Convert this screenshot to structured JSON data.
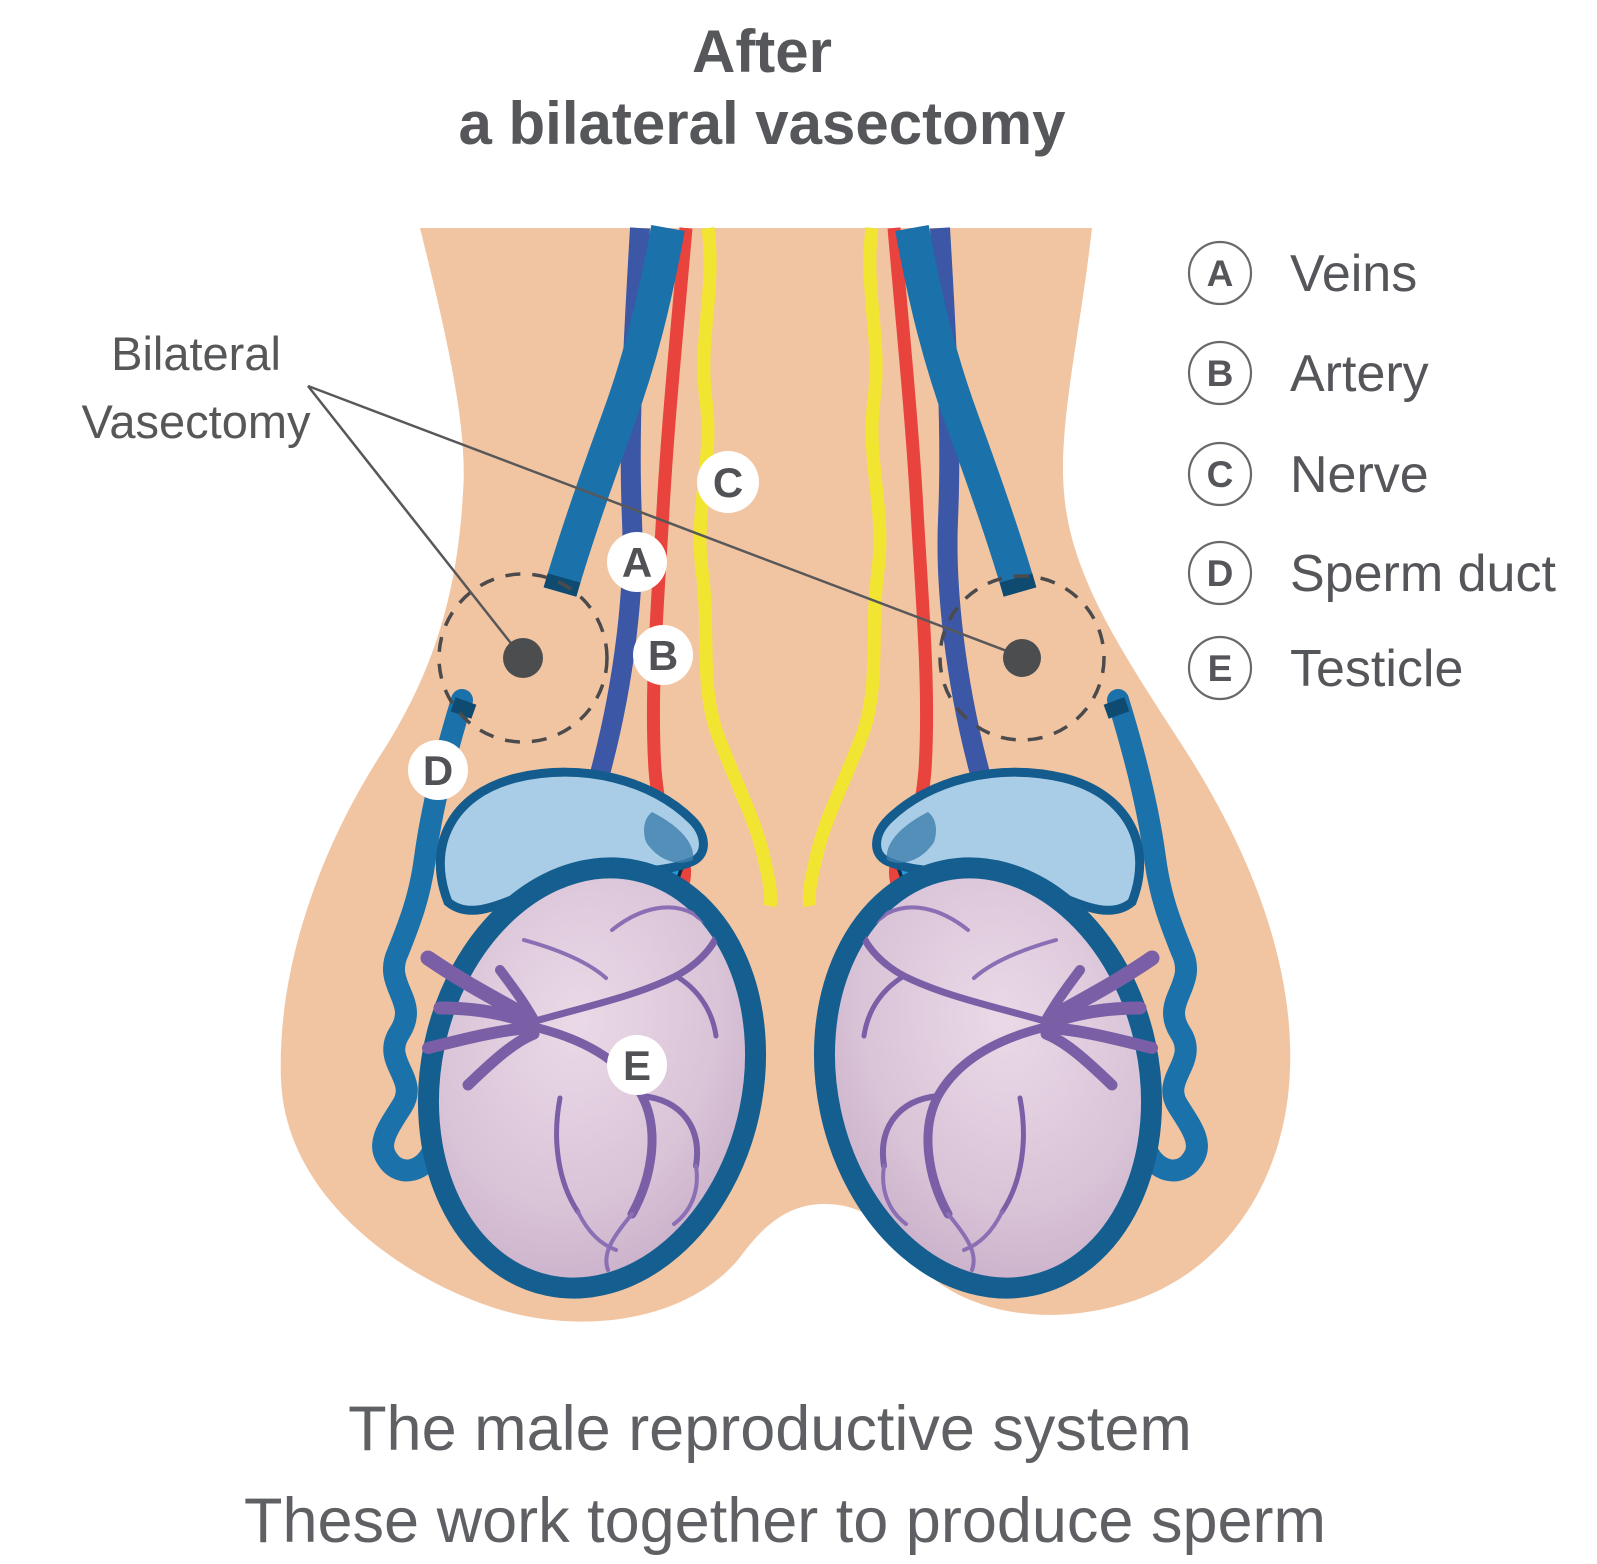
{
  "title": {
    "line1": "After",
    "line2": "a bilateral vasectomy"
  },
  "annotation": {
    "line1": "Bilateral",
    "line2": "Vasectomy"
  },
  "legend": {
    "items": [
      {
        "letter": "A",
        "label": "Veins"
      },
      {
        "letter": "B",
        "label": "Artery"
      },
      {
        "letter": "C",
        "label": "Nerve"
      },
      {
        "letter": "D",
        "label": "Sperm duct"
      },
      {
        "letter": "E",
        "label": "Testicle"
      }
    ]
  },
  "markers": [
    {
      "letter": "A"
    },
    {
      "letter": "B"
    },
    {
      "letter": "C"
    },
    {
      "letter": "D"
    },
    {
      "letter": "E"
    }
  ],
  "caption": {
    "line1": "The male reproductive system",
    "line2": "These work together to produce sperm"
  },
  "colors": {
    "skin": "#f2c5a2",
    "sperm_duct_teal": "#1b71a9",
    "duct_cut_dark": "#0f4a70",
    "vein_navy": "#3c57a6",
    "artery_red": "#e8433c",
    "nerve_yellow": "#f2e532",
    "epididymis_blue": "#a9cde7",
    "epididymis_outline": "#145c8d",
    "testicle_fill": "#dcc8da",
    "testicle_outline": "#155e90",
    "vessel_purple": "#7a5ea6",
    "text_gray": "#56575a"
  }
}
